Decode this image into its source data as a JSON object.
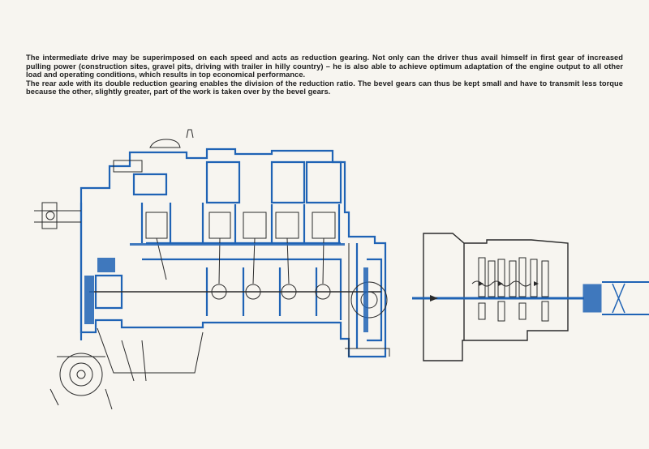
{
  "document": {
    "paragraphs": [
      "The intermediate drive may be superimposed on each speed and acts as reduction gearing. Not only can the driver thus avail himself in first gear of increased pulling power (construction sites, gravel pits, driving with trailer in hilly country) – he is also able to achieve optimum adaptation of the engine output to all other load and operating conditions, which results in top economical performance.",
      "The rear axle with its double reduction gearing enables the division of the reduction ratio. The bevel gears can thus be kept small and have to transmit less torque because the other, slightly greater, part of the work is taken over by the bevel gears."
    ]
  },
  "colors": {
    "paper": "#f7f5f0",
    "ink": "#1d1d1d",
    "accent_blue": "#1f63b5"
  },
  "figures": {
    "left": "engine-cutaway-illustration",
    "right": "gearbox-section-illustration"
  }
}
